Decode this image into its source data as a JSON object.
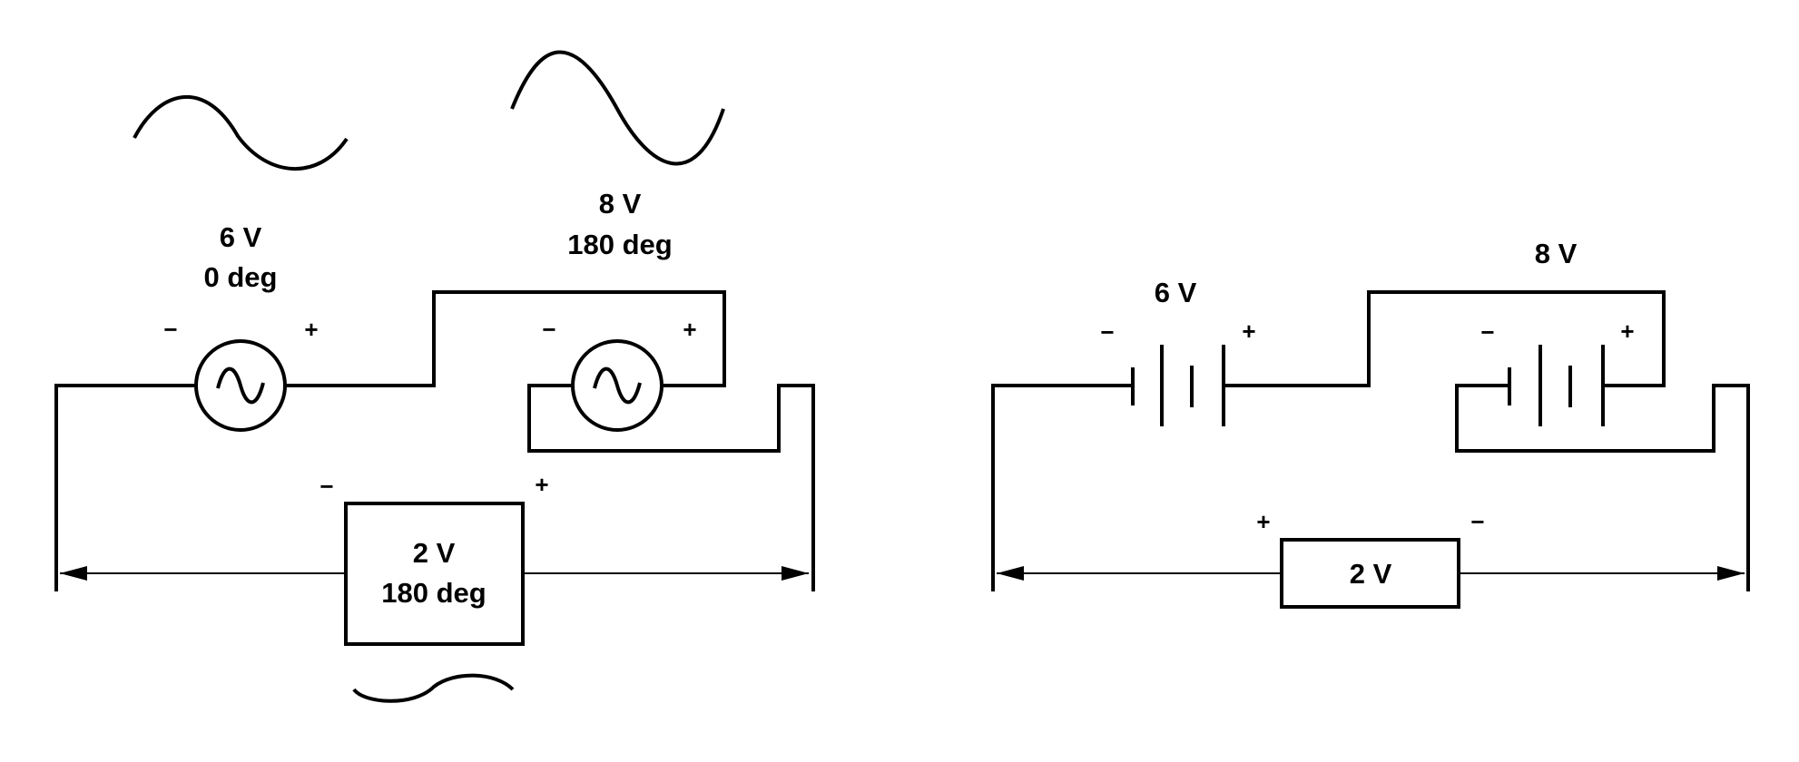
{
  "ac_circuit": {
    "source1": {
      "voltage": "6 V",
      "phase": "0 deg",
      "minus": "−",
      "plus": "+"
    },
    "source2": {
      "voltage": "8 V",
      "phase": "180 deg",
      "minus": "−",
      "plus": "+"
    },
    "result": {
      "voltage": "2 V",
      "phase": "180 deg",
      "minus": "−",
      "plus": "+"
    }
  },
  "dc_circuit": {
    "battery1": {
      "voltage": "6 V",
      "minus": "−",
      "plus": "+"
    },
    "battery2": {
      "voltage": "8 V",
      "minus": "−",
      "plus": "+"
    },
    "result": {
      "voltage": "2 V",
      "plus": "+",
      "minus": "−"
    }
  }
}
